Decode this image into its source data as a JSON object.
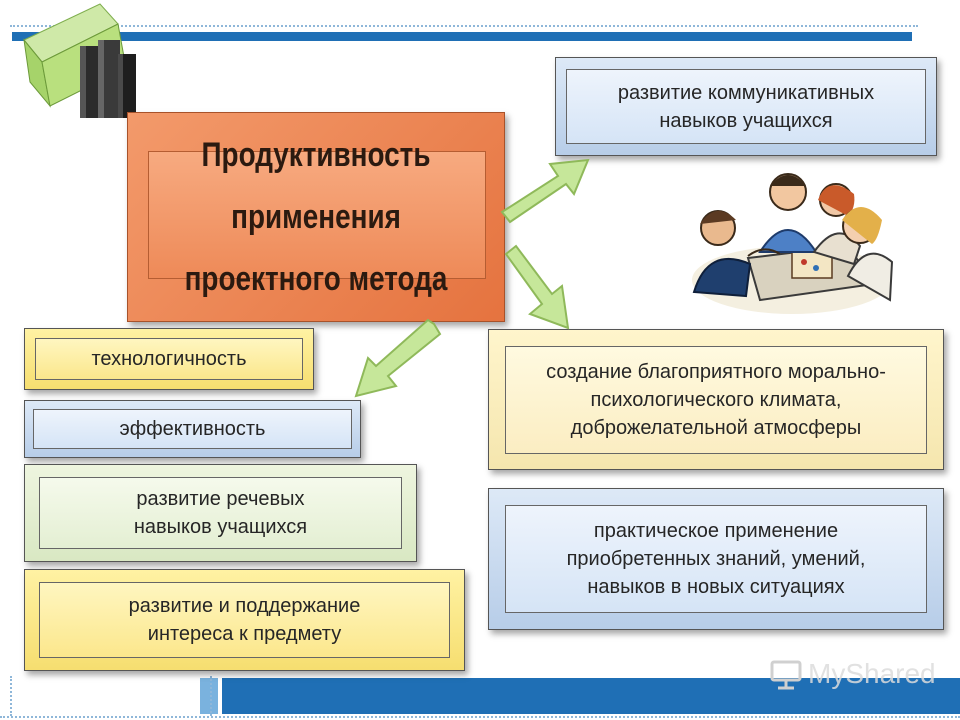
{
  "colors": {
    "accent_blue": "#1f6fb5",
    "arrow_green": "#c6e79a",
    "title_orange": "#ee8a58"
  },
  "title_box": {
    "text": "Продуктивность применения\nпроектного метода"
  },
  "right_boxes": {
    "communication": "развитие коммуникативных\nнавыков учащихся",
    "climate": "создание благоприятного морально-\nпсихологического климата,\nдоброжелательной атмосферы",
    "practical": "практическое применение\nприобретенных знаний, умений,\nнавыков в новых ситуациях"
  },
  "left_boxes": {
    "technology": "технологичность",
    "efficiency": "эффективность",
    "speech": "развитие речевых\nнавыков учащихся",
    "interest": "развитие и поддержание\nинтереса к предмету"
  },
  "icons": {
    "books": "books-icon",
    "group": "students-group-illustration",
    "arrows": "arrow-icon"
  },
  "watermark": "MyShared"
}
